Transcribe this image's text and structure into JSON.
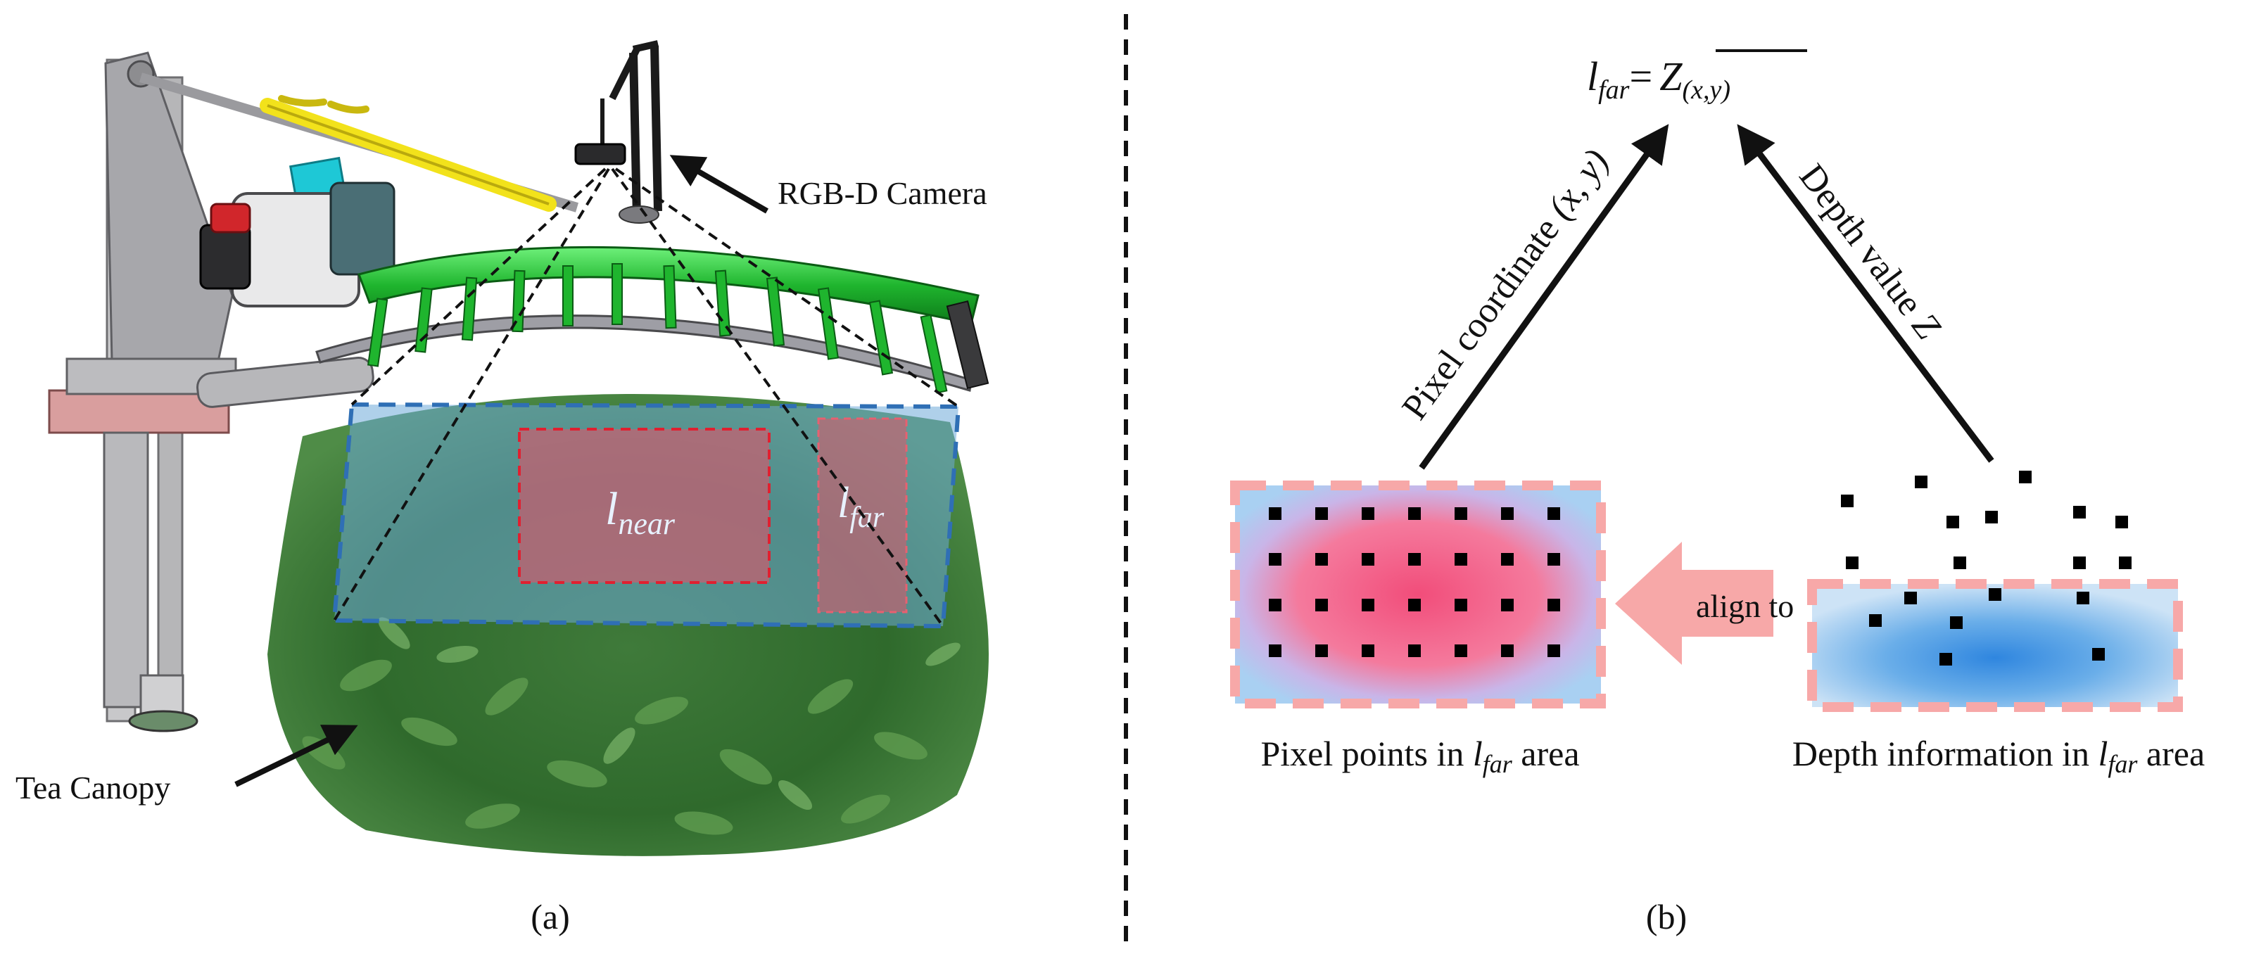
{
  "panel_a": {
    "caption": "(a)",
    "camera_label": "RGB-D Camera",
    "canopy_label": "Tea Canopy",
    "near_region": {
      "base": "l",
      "sub": "near"
    },
    "far_region": {
      "base": "l",
      "sub": "far"
    }
  },
  "panel_b": {
    "caption": "(b)",
    "formula": {
      "lhs_base": "l",
      "lhs_sub": "far",
      "equals": "=",
      "rhs_var": "Z",
      "rhs_sub": "(x,y)"
    },
    "left_arrow_label": {
      "prefix": "Pixel coordinate ",
      "coord": "(x, y)"
    },
    "right_arrow_label": {
      "prefix": "Depth value ",
      "var": "Z"
    },
    "align_label": "align to",
    "left_caption": {
      "prefix": "Pixel points in ",
      "base": "l",
      "sub": "far",
      "suffix": " area"
    },
    "right_caption": {
      "prefix": "Depth information in ",
      "base": "l",
      "sub": "far",
      "suffix": " area"
    }
  },
  "colors": {
    "divider": "#111111",
    "near_fill": "#e0556a",
    "far_fill": "#e0556a",
    "canopy_box": "#2f6fb5",
    "arrow_pink": "#f7a8a8",
    "pixel_fill": "#f06a8a",
    "depth_fill": "#3a8de0",
    "machine_green": "#2ecc40",
    "machine_yellow": "#f2e21b",
    "machine_cyan": "#1ec8d6"
  }
}
